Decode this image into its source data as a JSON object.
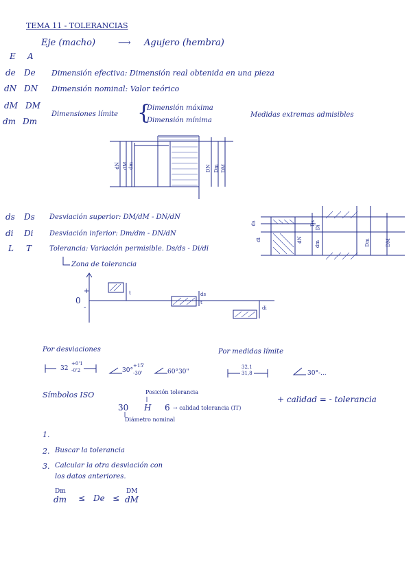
{
  "title": "TEMA 11 - TOLERANCIAS",
  "eje_agujero": {
    "eje": "Eje (macho)",
    "arrow": "⟶",
    "agujero": "Agujero (hembra)",
    "E": "E",
    "A": "A"
  },
  "definitions": [
    {
      "sym_e": "de",
      "sym_a": "De",
      "text": "Dimensión efectiva: Dimensión real obtenida en una pieza"
    },
    {
      "sym_e": "dN",
      "sym_a": "DN",
      "text": "Dimensión nominal: Valor teórico"
    }
  ],
  "limits": {
    "sym1_e": "dM",
    "sym1_a": "DM",
    "sym2_e": "dm",
    "sym2_a": "Dm",
    "label": "Dimensiones límite",
    "max": "Dimensión máxima",
    "min": "Dimensión mínima",
    "note": "Medidas extremas admisibles"
  },
  "fig1_labels": {
    "dN": "dN",
    "dM": "dM",
    "dm": "dm",
    "DN": "DN",
    "Dm": "Dm",
    "DM": "DM"
  },
  "deviations": [
    {
      "sym_e": "ds",
      "sym_a": "Ds",
      "text": "Desviación superior: DM/dM - DN/dN"
    },
    {
      "sym_e": "di",
      "sym_a": "Di",
      "text": "Desviación inferior: Dm/dm - DN/dN"
    },
    {
      "sym_e": "L",
      "sym_a": "T",
      "text": "Tolerancia: Variación permisible. Ds/ds - Di/di"
    }
  ],
  "zona": "Zona de tolerancia",
  "fig2_labels": {
    "ds": "ds",
    "di": "di",
    "Ds": "Ds",
    "Di": "Di",
    "dN": "dN",
    "dm": "dm",
    "Dm": "Dm",
    "DM": "DM"
  },
  "zone_fig": {
    "zero": "0",
    "plus": "+",
    "minus": "-",
    "t1": "t",
    "t2": "ds",
    "t3": "t",
    "t4": "di"
  },
  "methods": {
    "por_desviaciones": "Por desviaciones",
    "por_medidas": "Por medidas límite",
    "ex1_val": "32",
    "ex1_up": "+0'1",
    "ex1_down": "-0'2",
    "ex2_val": "30°",
    "ex2_up": "+15'",
    "ex2_down": "-30'",
    "ex3": "60°30\"",
    "ex4_up": "32,1",
    "ex4_down": "31,8",
    "ex5": "30°-..."
  },
  "iso": {
    "label": "Símbolos ISO",
    "posicion": "Posición tolerancia",
    "num": "30",
    "letter": "H",
    "grade": "6",
    "calidad": "→ calidad tolerancia (IT)",
    "diametro": "Diámetro nominal",
    "formula": "+ calidad = - tolerancia"
  },
  "steps": [
    {
      "n": "1.",
      "text": ""
    },
    {
      "n": "2.",
      "text": "Buscar la tolerancia"
    },
    {
      "n": "3.",
      "text": "Calcular la otra desviación con"
    },
    {
      "n": "",
      "text": "los datos anteriores."
    }
  ],
  "ineq": {
    "top_left": "Dm",
    "bottom_left": "dm",
    "le1": "≤",
    "mid": "De",
    "le2": "≤",
    "top_right": "DM",
    "bottom_right": "dM"
  },
  "colors": {
    "ink": "#1f2a8a",
    "ink_light": "#3a4aa8"
  }
}
